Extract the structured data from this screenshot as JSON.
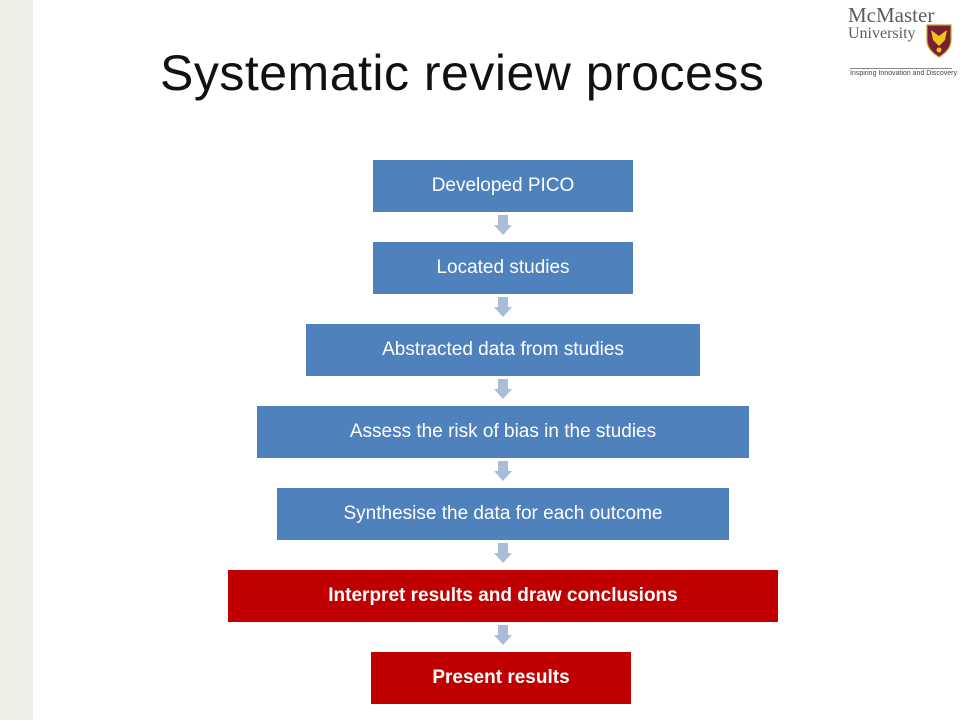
{
  "slide": {
    "title": "Systematic review process"
  },
  "logo": {
    "name_line1": "McMaster",
    "name_line2": "University",
    "tagline": "Inspiring Innovation and Discovery"
  },
  "flow": {
    "steps": [
      {
        "label": "Developed PICO",
        "highlight": false
      },
      {
        "label": "Located studies",
        "highlight": false
      },
      {
        "label": "Abstracted data from studies",
        "highlight": false
      },
      {
        "label": "Assess the risk of bias in the studies",
        "highlight": false
      },
      {
        "label": "Synthesise the data for each outcome",
        "highlight": false
      },
      {
        "label": "Interpret results and draw conclusions",
        "highlight": true
      },
      {
        "label": "Present results",
        "highlight": true
      }
    ]
  },
  "colors": {
    "step_blue": "#4f81bd",
    "step_red": "#c00000",
    "arrow": "#a9bdd9",
    "side_bar": "#efeee4"
  }
}
